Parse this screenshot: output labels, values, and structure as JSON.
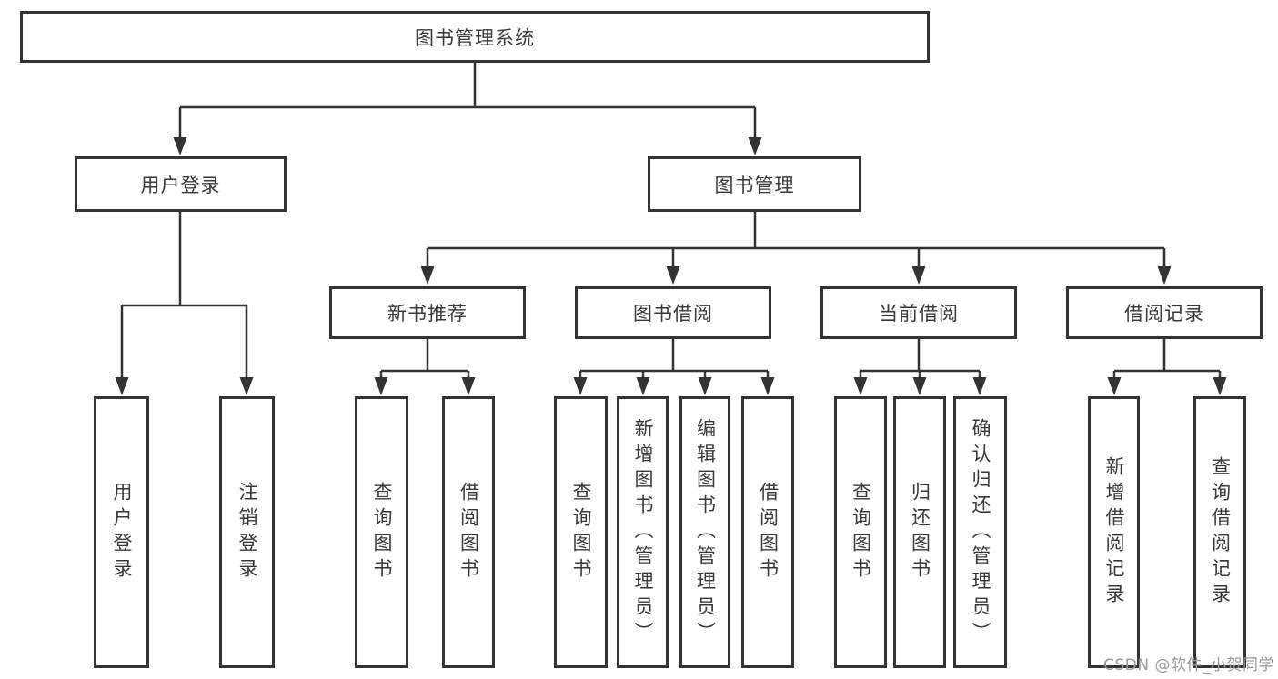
{
  "diagram": {
    "root": "图书管理系统",
    "branches": [
      {
        "label": "用户登录",
        "children": [
          {
            "label": "用户登录"
          },
          {
            "label": "注销登录"
          }
        ]
      },
      {
        "label": "图书管理",
        "children": [
          {
            "label": "新书推荐",
            "children": [
              {
                "label": "查询图书"
              },
              {
                "label": "借阅图书"
              }
            ]
          },
          {
            "label": "图书借阅",
            "children": [
              {
                "label": "查询图书"
              },
              {
                "label": "新增图书（管理员）"
              },
              {
                "label": "编辑图书（管理员）"
              },
              {
                "label": "借阅图书"
              }
            ]
          },
          {
            "label": "当前借阅",
            "children": [
              {
                "label": "查询图书"
              },
              {
                "label": "归还图书"
              },
              {
                "label": "确认归还（管理员）"
              }
            ]
          },
          {
            "label": "借阅记录",
            "children": [
              {
                "label": "新增借阅记录"
              },
              {
                "label": "查询借阅记录"
              }
            ]
          }
        ]
      }
    ]
  },
  "watermark": {
    "text": "CSDN @软件_小贺同学"
  },
  "colors": {
    "line": "#333333",
    "box_border": "#333333",
    "box_background": "#ffffff",
    "text": "#373737",
    "watermark_text": "#9a9a9a"
  }
}
